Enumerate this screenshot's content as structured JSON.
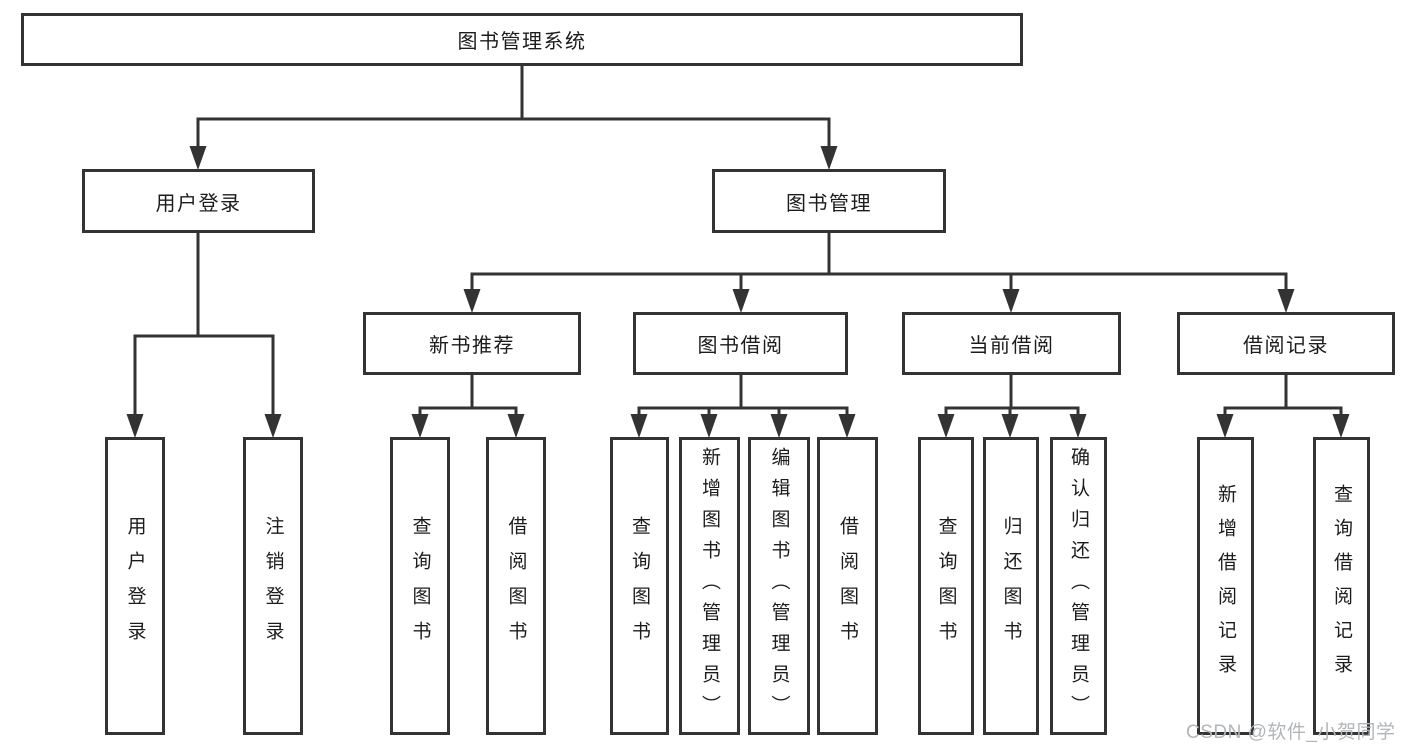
{
  "diagram": {
    "title": "图书管理系统",
    "branches": [
      {
        "label": "用户登录",
        "children": [
          {
            "label": "用户登录"
          },
          {
            "label": "注销登录"
          }
        ]
      },
      {
        "label": "图书管理",
        "children": [
          {
            "label": "新书推荐",
            "children": [
              {
                "label": "查询图书"
              },
              {
                "label": "借阅图书"
              }
            ]
          },
          {
            "label": "图书借阅",
            "children": [
              {
                "label": "查询图书"
              },
              {
                "label": "新增图书（管理员）"
              },
              {
                "label": "编辑图书（管理员）"
              },
              {
                "label": "借阅图书"
              }
            ]
          },
          {
            "label": "当前借阅",
            "children": [
              {
                "label": "查询图书"
              },
              {
                "label": "归还图书"
              },
              {
                "label": "确认归还（管理员）"
              }
            ]
          },
          {
            "label": "借阅记录",
            "children": [
              {
                "label": "新增借阅记录"
              },
              {
                "label": "查询借阅记录"
              }
            ]
          }
        ]
      }
    ],
    "colors": {
      "line": "#333333",
      "box_border": "#333333",
      "text": "#1c1c1c",
      "background": "#ffffff",
      "watermark": "#b3b6b9"
    }
  },
  "watermark": {
    "text": "CSDN @软件_小贺同学"
  }
}
